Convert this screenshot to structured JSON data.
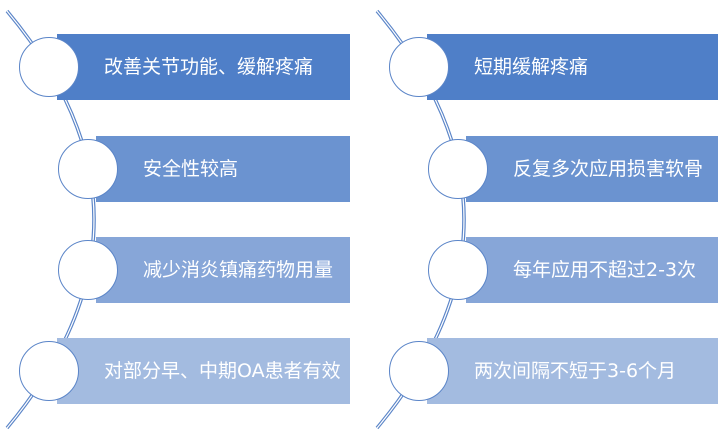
{
  "colors": {
    "level1": "#4f7fc8",
    "level2": "#6b93d0",
    "level3": "#87a6d8",
    "level4": "#a3bbe0",
    "line": "#5b85c8"
  },
  "left": {
    "items": [
      {
        "label": "改善关节功能、缓解疼痛"
      },
      {
        "label": "安全性较高"
      },
      {
        "label": "减少消炎镇痛药物用量"
      },
      {
        "label": "对部分早、中期OA患者有效"
      }
    ]
  },
  "right": {
    "items": [
      {
        "label": "短期缓解疼痛"
      },
      {
        "label": "反复多次应用损害软骨"
      },
      {
        "label": "每年应用不超过2-3次"
      },
      {
        "label": "两次间隔不短于3-6个月"
      }
    ]
  }
}
